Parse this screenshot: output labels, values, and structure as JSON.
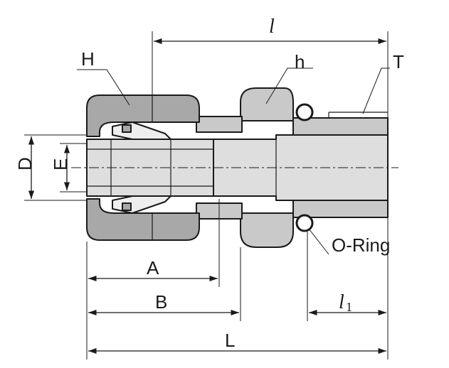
{
  "labels": {
    "H": "H",
    "h": "h",
    "l": "l",
    "T": "T",
    "D": "D",
    "E": "E",
    "A": "A",
    "B": "B",
    "L": "L",
    "l1_main": "l",
    "l1_sub": "1",
    "oring": "O-Ring"
  },
  "colors": {
    "nut": "#a8a8a8",
    "body": "#c9c9c9",
    "sleeve": "#dedede",
    "line": "#1a1a1a"
  }
}
